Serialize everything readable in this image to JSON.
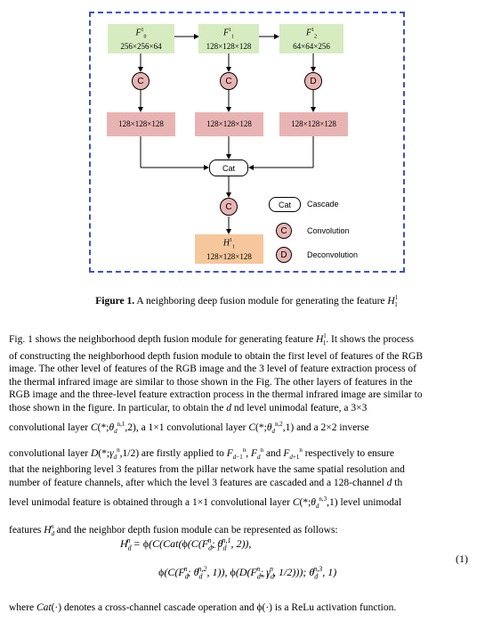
{
  "figure": {
    "top_boxes": [
      {
        "name": "F",
        "sub": "0",
        "sup": "1",
        "dims": "256×256×64"
      },
      {
        "name": "F",
        "sub": "1",
        "sup": "1",
        "dims": "128×128×128"
      },
      {
        "name": "F",
        "sub": "2",
        "sup": "1",
        "dims": "64×64×256"
      }
    ],
    "top_ops": [
      "C",
      "C",
      "D"
    ],
    "mid_boxes": [
      "128×128×128",
      "128×128×128",
      "128×128×128"
    ],
    "cat_label": "Cat",
    "bottom_op": "C",
    "output": {
      "name": "H",
      "sub": "1",
      "sup": "1",
      "dims": "128×128×128"
    },
    "legend": {
      "cat_symbol": "Cat",
      "cat_text": "Cascade",
      "conv_symbol": "C",
      "conv_text": "Convolution",
      "deconv_symbol": "D",
      "deconv_text": "Deconvolution"
    }
  },
  "caption": {
    "label": "Figure 1.",
    "text": " A neighboring deep fusion module for generating the feature ",
    "var": "H",
    "var_sub": "1",
    "var_sup": "1"
  },
  "paragraph": {
    "line1a": "Fig. 1 shows the neighborhood depth fusion module for generating feature ",
    "line1b": ". It shows the process",
    "line2": "of constructing the neighborhood depth fusion module to obtain the first level of features of the RGB",
    "line3": "image. The other level of features of the RGB image and the 3 level of feature extraction process of",
    "line4": "the thermal infrared image are similar to those shown in the Fig. The other layers of features in the",
    "line5": "RGB image and the three-level feature extraction process in the thermal infrared image are similar to",
    "line6a": "those shown in the figure. In particular, to obtain the ",
    "line6b": " nd level unimodal feature, a 3×3",
    "line7a": "convolutional layer ",
    "line7b": ", a 1×1 convolutional layer ",
    "line7c": " and a 2×2 inverse",
    "line8a": "convolutional layer ",
    "line8b": " are firstly applied to ",
    "line8c": " and ",
    "line8d": " respectively to ensure",
    "line9": "that the neighboring level 3 features from the pillar network have the same spatial resolution and",
    "line10a": "number of feature channels, after which the level 3 features are cascaded and a 128-channel ",
    "line10b": " th",
    "line11a": "level unimodal feature is obtained through a 1×1 convolutional layer ",
    "line11b": " level unimodal",
    "line12a": "features ",
    "line12b": " and the neighbor depth fusion module can be represented as follows:"
  },
  "equation": {
    "number": "(1)"
  },
  "where": {
    "a": "where ",
    "b": " denotes a cross-channel cascade operation and ",
    "c": " is a ReLu activation function."
  }
}
